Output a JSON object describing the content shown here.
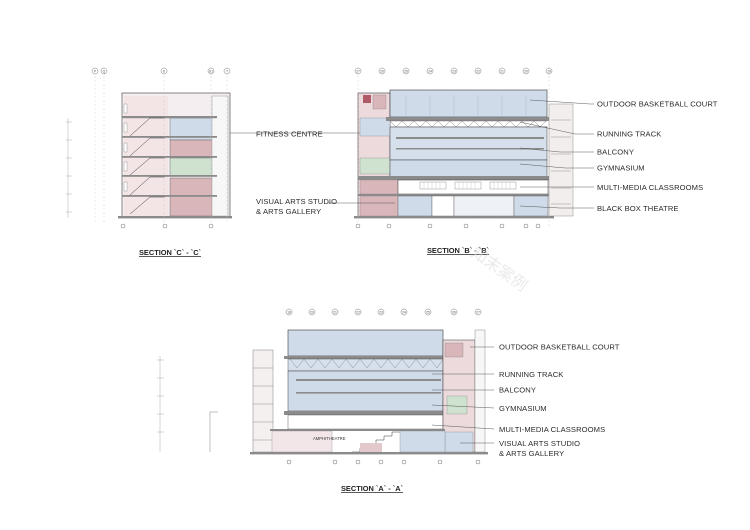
{
  "sections": {
    "c": {
      "title": "SECTION `C` - `C`",
      "grid_labels": [
        "P",
        "Q",
        "K",
        "S1",
        "T"
      ]
    },
    "b": {
      "title": "SECTION `B` - `B`",
      "grid_labels": [
        "27",
        "26",
        "25",
        "24",
        "23",
        "22",
        "21",
        "20",
        "19"
      ],
      "labels": {
        "outdoor_basketball_court": "OUTDOOR BASKETBALL COURT",
        "fitness_centre": "FITNESS CENTRE",
        "running_track": "RUNNING TRACK",
        "balcony": "BALCONY",
        "gymnasium": "GYMNASIUM",
        "multi_media_classrooms": "MULTI-MEDIA CLASSROOMS",
        "visual_arts_line1": "VISUAL ARTS STUDIO",
        "visual_arts_line2": "& ARTS GALLERY",
        "black_box_theatre": "BLACK BOX THEATRE"
      }
    },
    "a": {
      "title": "SECTION `A` - `A`",
      "grid_labels": [
        "18",
        "20",
        "21",
        "22",
        "23",
        "24",
        "25",
        "26",
        "27"
      ],
      "amphitheatre": "AMPHITHEATRE",
      "labels": {
        "outdoor_basketball_court": "OUTDOOR BASKETBALL COURT",
        "running_track": "RUNNING TRACK",
        "balcony": "BALCONY",
        "gymnasium": "GYMNASIUM",
        "multi_media_classrooms": "MULTI-MEDIA CLASSROOMS",
        "visual_arts_line1": "VISUAL ARTS STUDIO",
        "visual_arts_line2": "& ARTS GALLERY"
      }
    }
  },
  "watermark": "知末案例",
  "colors": {
    "blue_fill": "#cfdbe9",
    "pink_fill": "#e3c9cb",
    "green_fill": "#cfe1cf",
    "slab_grey": "#8b8b8b",
    "line": "#3a3a3a",
    "leader": "#4a4a4a"
  }
}
